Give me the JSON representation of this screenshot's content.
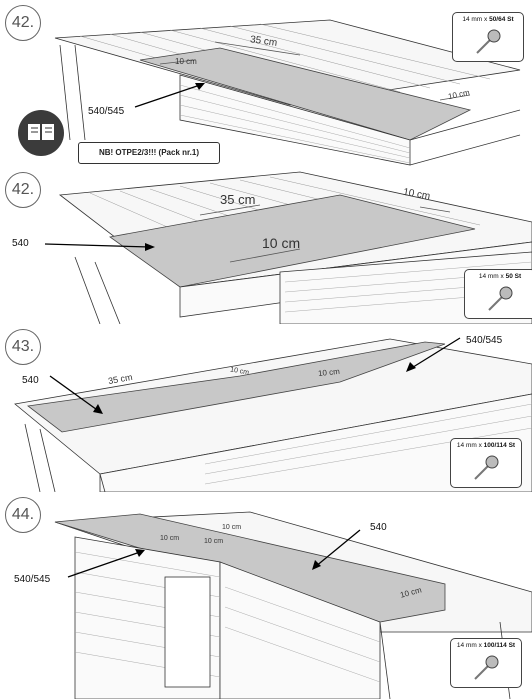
{
  "steps": [
    {
      "number": "42.",
      "labels": [
        "540/545"
      ],
      "dimensions": [
        "35 cm",
        "10 cm",
        "10 cm"
      ],
      "screws": {
        "size": "14 mm x",
        "count": "50/64 St"
      },
      "note": "NB! OTPE2/3!!! (Pack nr.1)",
      "icon": "manual-book-icon"
    },
    {
      "number": "42.",
      "labels": [
        "540"
      ],
      "dimensions": [
        "35 cm",
        "10 cm",
        "10 cm"
      ],
      "screws": {
        "size": "14 mm x",
        "count": "50 St"
      }
    },
    {
      "number": "43.",
      "labels": [
        "540",
        "540/545"
      ],
      "dimensions": [
        "35 cm",
        "10 cm",
        "10 cm"
      ],
      "screws": {
        "size": "14 mm x",
        "count": "100/114 St"
      }
    },
    {
      "number": "44.",
      "labels": [
        "540/545",
        "540"
      ],
      "dimensions": [
        "10 cm",
        "10 cm",
        "10 cm",
        "10 cm"
      ],
      "screws": {
        "size": "14 mm x",
        "count": "100/114 St"
      }
    }
  ]
}
